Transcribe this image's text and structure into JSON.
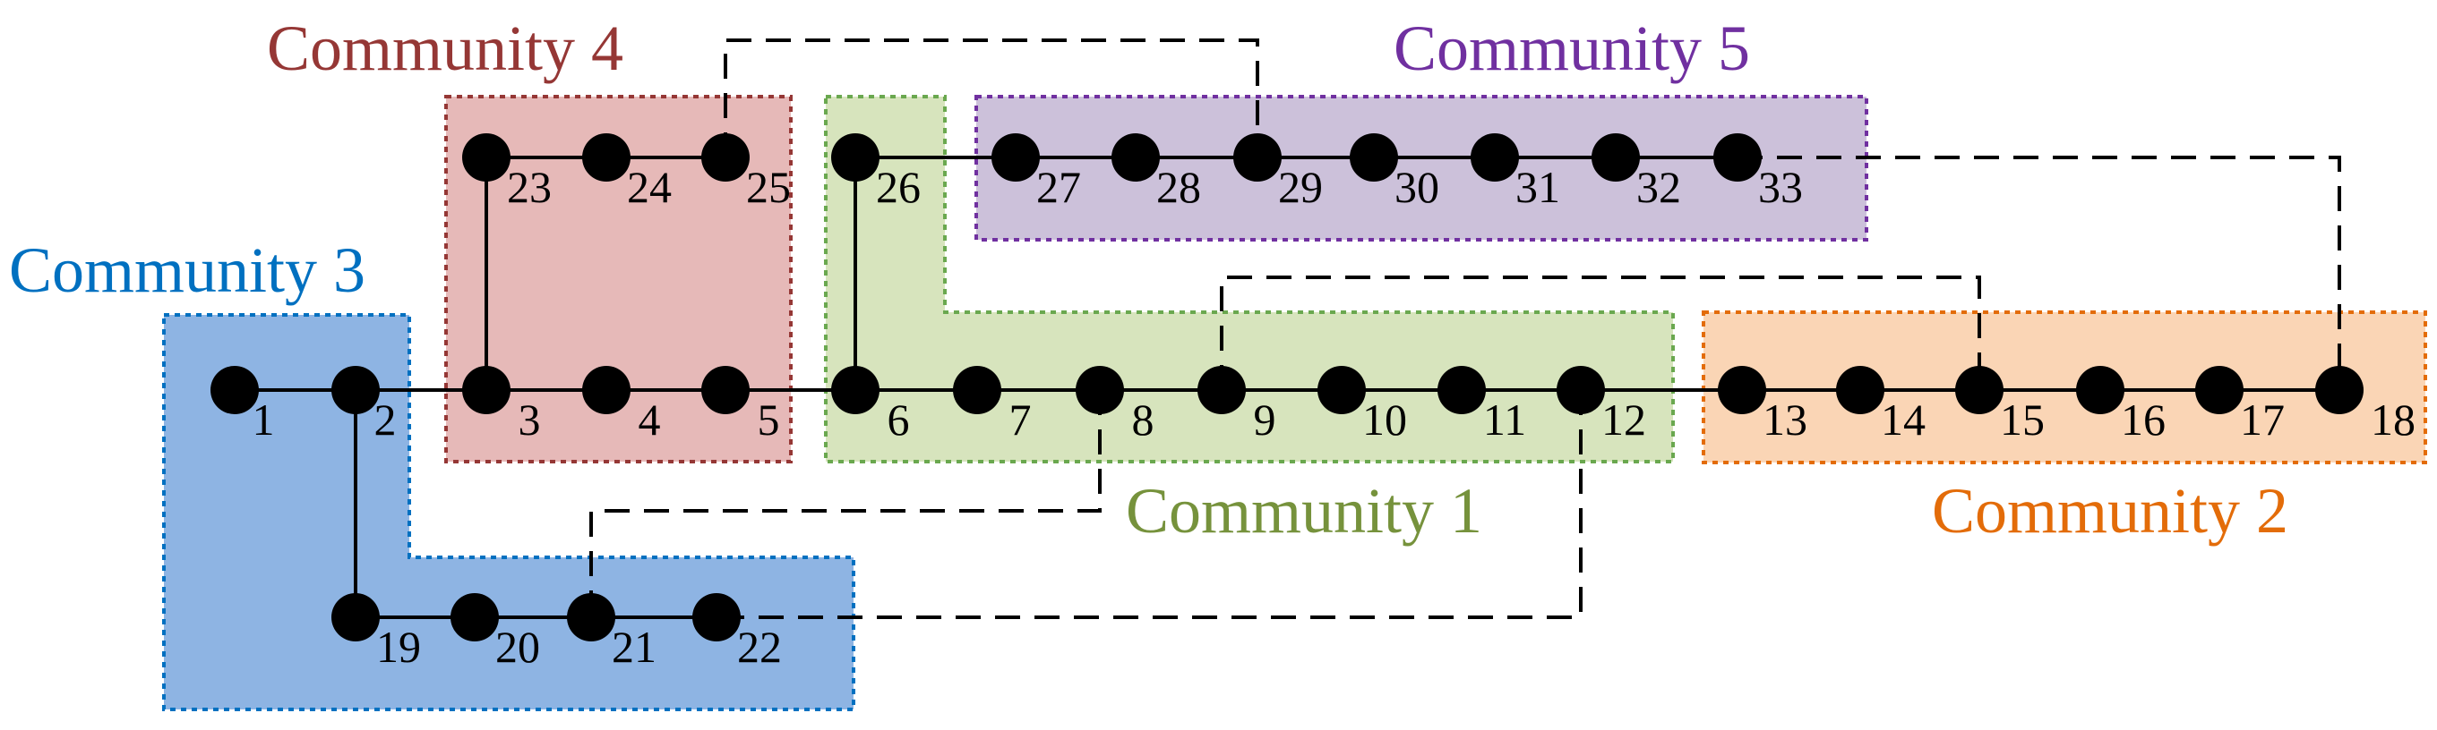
{
  "communities": [
    {
      "id": 1,
      "label": "Community 1",
      "color": "#76923c",
      "fill": "#d7e4bd",
      "border": "#6aa84f"
    },
    {
      "id": 2,
      "label": "Community 2",
      "color": "#e36c09",
      "fill": "#fad5b5",
      "border": "#e36c09"
    },
    {
      "id": 3,
      "label": "Community 3",
      "color": "#0070c0",
      "fill": "#8eb4e3",
      "border": "#0070c0"
    },
    {
      "id": 4,
      "label": "Community 4",
      "color": "#953735",
      "fill": "#e6b9b8",
      "border": "#953735"
    },
    {
      "id": 5,
      "label": "Community 5",
      "color": "#7030a0",
      "fill": "#ccc1da",
      "border": "#7030a0"
    }
  ],
  "buses": [
    "1",
    "2",
    "3",
    "4",
    "5",
    "6",
    "7",
    "8",
    "9",
    "10",
    "11",
    "12",
    "13",
    "14",
    "15",
    "16",
    "17",
    "18",
    "19",
    "20",
    "21",
    "22",
    "23",
    "24",
    "25",
    "26",
    "27",
    "28",
    "29",
    "30",
    "31",
    "32",
    "33"
  ],
  "branches": [
    [
      "1",
      "2"
    ],
    [
      "2",
      "3"
    ],
    [
      "3",
      "4"
    ],
    [
      "4",
      "5"
    ],
    [
      "5",
      "6"
    ],
    [
      "6",
      "7"
    ],
    [
      "7",
      "8"
    ],
    [
      "8",
      "9"
    ],
    [
      "9",
      "10"
    ],
    [
      "10",
      "11"
    ],
    [
      "11",
      "12"
    ],
    [
      "12",
      "13"
    ],
    [
      "13",
      "14"
    ],
    [
      "14",
      "15"
    ],
    [
      "15",
      "16"
    ],
    [
      "16",
      "17"
    ],
    [
      "17",
      "18"
    ],
    [
      "2",
      "19"
    ],
    [
      "19",
      "20"
    ],
    [
      "20",
      "21"
    ],
    [
      "21",
      "22"
    ],
    [
      "3",
      "23"
    ],
    [
      "23",
      "24"
    ],
    [
      "24",
      "25"
    ],
    [
      "6",
      "26"
    ],
    [
      "26",
      "27"
    ],
    [
      "27",
      "28"
    ],
    [
      "28",
      "29"
    ],
    [
      "29",
      "30"
    ],
    [
      "30",
      "31"
    ],
    [
      "31",
      "32"
    ],
    [
      "32",
      "33"
    ]
  ],
  "tie_lines": [
    [
      "8",
      "21"
    ],
    [
      "9",
      "15"
    ],
    [
      "12",
      "22"
    ],
    [
      "18",
      "33"
    ],
    [
      "25",
      "29"
    ]
  ]
}
